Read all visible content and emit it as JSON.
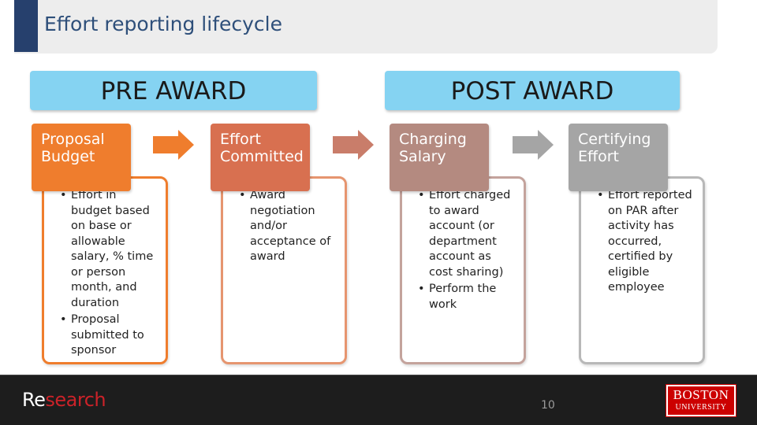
{
  "slide": {
    "title": "Effort reporting lifecycle",
    "page_number": "10"
  },
  "phases": {
    "pre": "PRE AWARD",
    "post": "POST AWARD"
  },
  "steps": [
    {
      "title": "Proposal Budget",
      "bullets": [
        "Effort in budget based on base or allowable salary, % time or person month, and duration",
        "Proposal submitted to sponsor"
      ]
    },
    {
      "title": "Effort Committed",
      "bullets": [
        "Award negotiation and/or acceptance of award"
      ]
    },
    {
      "title": "Charging Salary",
      "bullets": [
        "Effort charged to award account (or department account as cost sharing)",
        "Perform the work"
      ]
    },
    {
      "title": "Certifying Effort",
      "bullets": [
        "Effort reported on PAR after activity has occurred, certified by eligible employee"
      ]
    }
  ],
  "footer": {
    "brand_part1": "Re",
    "brand_part2": "search",
    "logo_line1": "BOSTON",
    "logo_line2": "UNIVERSITY"
  },
  "colors": {
    "title_accent": "#26406d",
    "phase_banner": "#85d3f2",
    "step1": "#ef7d2d",
    "step2": "#d87050",
    "step3": "#b48a80",
    "step4": "#a5a5a5",
    "brand_red": "#cc2229"
  }
}
